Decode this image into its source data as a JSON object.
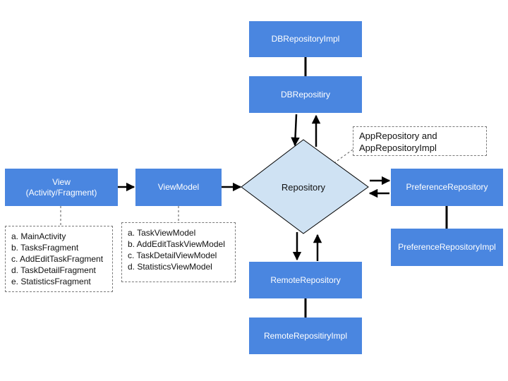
{
  "boxes": {
    "db_repository_impl": "DBRepositoryImpl",
    "db_repository": "DBRepositiry",
    "view_line1": "View",
    "view_line2": "(Activity/Fragment)",
    "view_model": "ViewModel",
    "repository": "Repository",
    "preference_repository": "PreferenceRepository",
    "preference_repository_impl": "PreferenceRepositoryImpl",
    "remote_repository": "RemoteRepository",
    "remote_repository_impl": "RemoteRepositiryImpl"
  },
  "notes": {
    "app_repository": [
      "AppRepository and",
      "AppRepositoryImpl"
    ],
    "views": [
      "a. MainActivity",
      "b. TasksFragment",
      "c. AddEditTaskFragment",
      "d. TaskDetailFragment",
      "e. StatisticsFragment"
    ],
    "view_models": [
      "a. TaskViewModel",
      "b. AddEditTaskViewModel",
      "c. TaskDetailViewModel",
      "d. StatisticsViewModel"
    ]
  },
  "colors": {
    "box_fill": "#4a86e0",
    "box_text": "#ffffff",
    "diamond_fill": "#cfe2f3",
    "line": "#000000"
  }
}
